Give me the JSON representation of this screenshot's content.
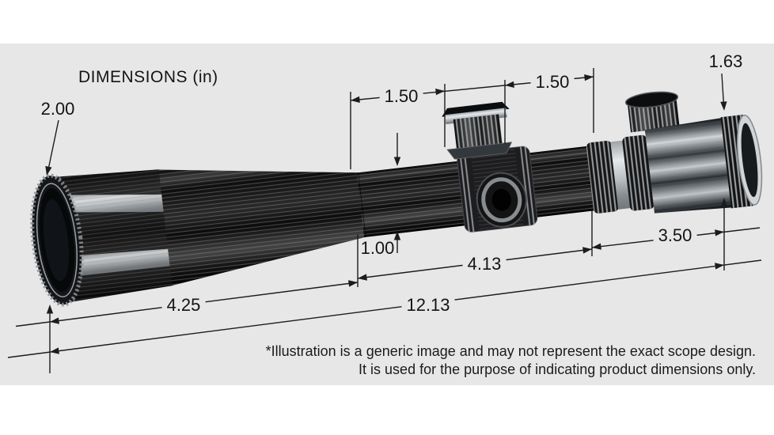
{
  "colors": {
    "page_background": "#ffffff",
    "diagram_background": "#e7e7e7",
    "line_color": "#1c1c1c",
    "text_color": "#141414"
  },
  "title": "DIMENSIONS (in)",
  "dimensions": {
    "objective_diameter": "2.00",
    "saddle_front_length": "1.50",
    "saddle_rear_length": "1.50",
    "eyepiece_diameter": "1.63",
    "tube_diameter": "1.00",
    "mid_section_length": "4.13",
    "eyepiece_section_length": "3.50",
    "objective_section_length": "4.25",
    "overall_length": "12.13"
  },
  "footnote": {
    "line1": "*Illustration is a generic image and may not represent the exact scope design.",
    "line2": "It is used for the purpose of indicating product dimensions only."
  }
}
